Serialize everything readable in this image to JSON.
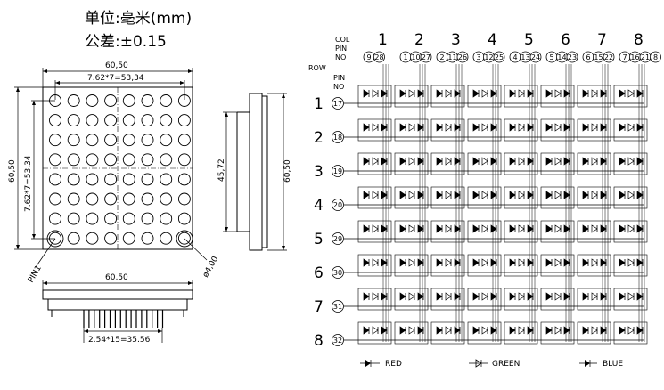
{
  "units": {
    "line1": "单位:毫米(mm)",
    "line2": "公差:±0.15"
  },
  "front": {
    "width": "60,50",
    "pitch_h": "7.62*7=53,34",
    "height": "60,50",
    "pitch_v": "7.62*7=53,34",
    "pin1": "PIN1",
    "hole": "ø4,00"
  },
  "side": {
    "inner": "45,72",
    "outer": "60,50"
  },
  "bottom": {
    "width": "60,50",
    "pins": "2.54*15=35.56"
  },
  "schematic": {
    "col_label": [
      "COL",
      "PIN",
      "NO"
    ],
    "row_label": "ROW",
    "row_pin_label": [
      "PIN",
      "NO"
    ],
    "cols": [
      {
        "num": "1",
        "pins": [
          "9",
          "28"
        ]
      },
      {
        "num": "2",
        "pins": [
          "1",
          "10",
          "27"
        ]
      },
      {
        "num": "3",
        "pins": [
          "2",
          "11",
          "26"
        ]
      },
      {
        "num": "4",
        "pins": [
          "3",
          "12",
          "25"
        ]
      },
      {
        "num": "5",
        "pins": [
          "4",
          "13",
          "24"
        ]
      },
      {
        "num": "6",
        "pins": [
          "5",
          "14",
          "23"
        ]
      },
      {
        "num": "7",
        "pins": [
          "6",
          "15",
          "22"
        ]
      },
      {
        "num": "8",
        "pins": [
          "7",
          "16",
          "21",
          "8"
        ]
      }
    ],
    "rows": [
      {
        "num": "1",
        "pin": "17"
      },
      {
        "num": "2",
        "pin": "18"
      },
      {
        "num": "3",
        "pin": "19"
      },
      {
        "num": "4",
        "pin": "20"
      },
      {
        "num": "5",
        "pin": "29"
      },
      {
        "num": "6",
        "pin": "30"
      },
      {
        "num": "7",
        "pin": "31"
      },
      {
        "num": "8",
        "pin": "32"
      }
    ],
    "legend": [
      "RED",
      "GREEN",
      "BLUE"
    ]
  }
}
